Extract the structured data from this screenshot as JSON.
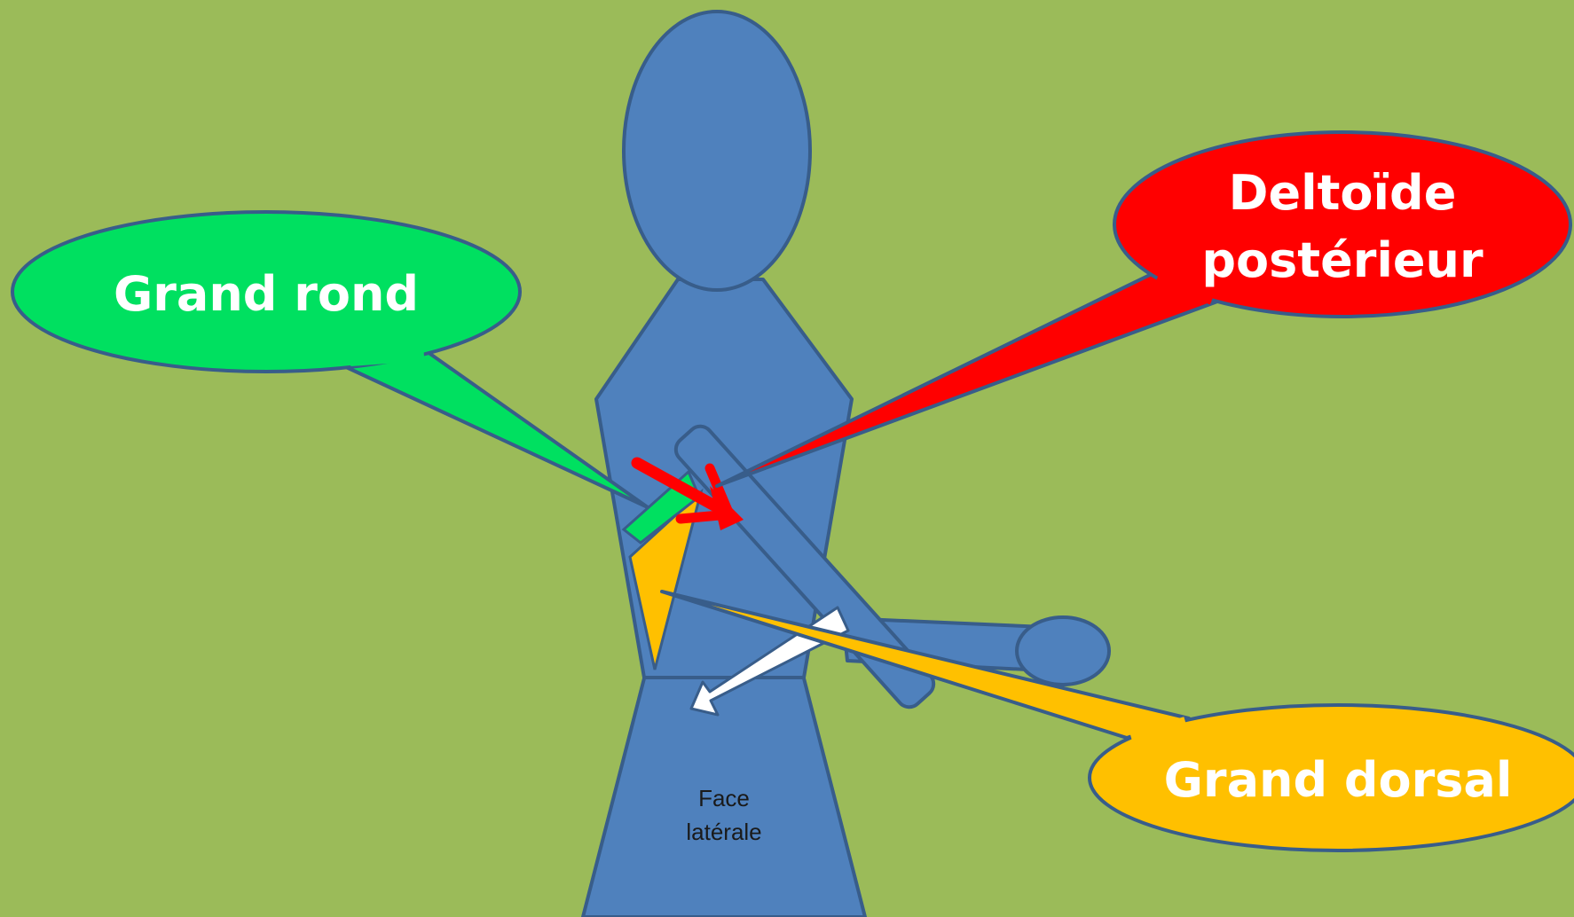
{
  "colors": {
    "background": "#9bbb59",
    "figure": "#4f81bd",
    "outline": "#385d8a",
    "grand_rond": "#00e060",
    "deltoide": "#ff0000",
    "grand_dorsal": "#ffc000",
    "label_text": "#ffffff"
  },
  "labels": {
    "grand_rond": "Grand rond",
    "deltoide_line1": "Deltoïde",
    "deltoide_line2": "postérieur",
    "grand_dorsal": "Grand dorsal",
    "face_line1": "Face",
    "face_line2": "latérale"
  }
}
